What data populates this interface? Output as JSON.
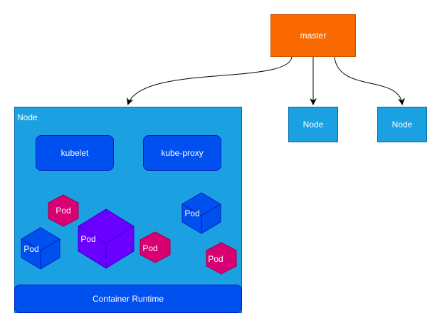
{
  "master": {
    "label": "master",
    "color": "#fa6800"
  },
  "worker_nodes": [
    {
      "label": "Node"
    },
    {
      "label": "Node"
    }
  ],
  "main_node": {
    "title": "Node",
    "kubelet": "kubelet",
    "kube_proxy": "kube-proxy",
    "runtime": "Container Runtime",
    "pods": [
      {
        "label": "Pod",
        "color": "#d80073",
        "shape": "hexagon"
      },
      {
        "label": "Pod",
        "color": "#0050ef",
        "shape": "cube"
      },
      {
        "label": "Pod",
        "color": "#6a00ff",
        "shape": "cube"
      },
      {
        "label": "Pod",
        "color": "#d80073",
        "shape": "hexagon"
      },
      {
        "label": "Pod",
        "color": "#0050ef",
        "shape": "cube"
      },
      {
        "label": "Pod",
        "color": "#d80073",
        "shape": "hexagon"
      }
    ]
  },
  "colors": {
    "node": "#1ba1e2",
    "component": "#0050ef",
    "edge": "#000000"
  }
}
